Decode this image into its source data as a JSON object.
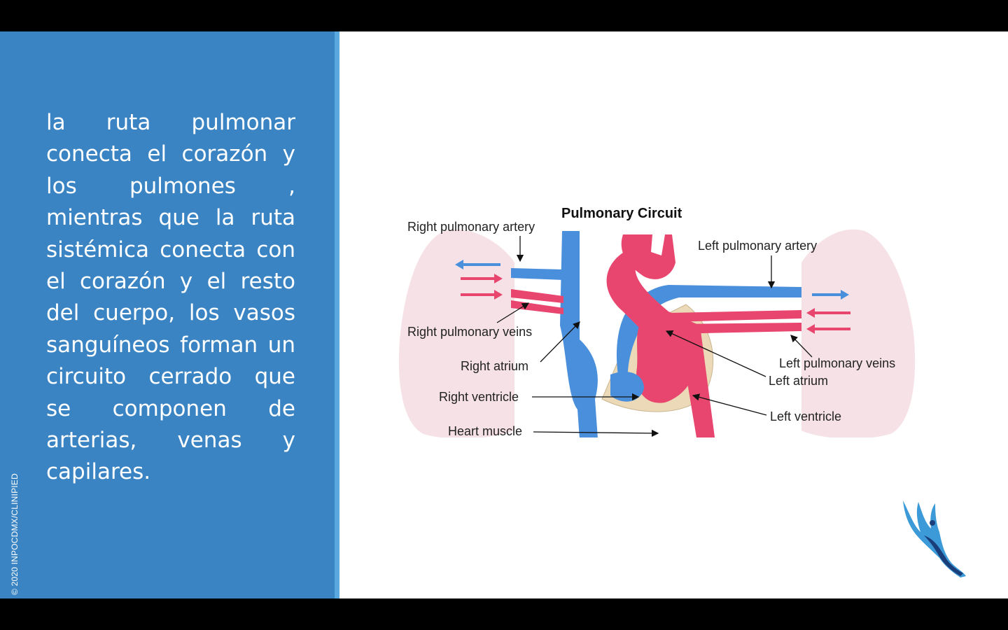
{
  "slide": {
    "body_text": "la ruta pulmonar conecta el corazón y los pulmones , mientras que la ruta sistémica conecta con el corazón y el resto del cuerpo, los vasos sanguíneos forman un circuito cerrado que se componen de arterias, venas y capilares.",
    "copyright": "© 2020 INPOCDMX/CLINIPIED"
  },
  "diagram": {
    "title": "Pulmonary Circuit",
    "labels": {
      "right_pulmonary_artery": "Right pulmonary artery",
      "left_pulmonary_artery": "Left pulmonary artery",
      "right_pulmonary_veins": "Right pulmonary veins",
      "right_atrium": "Right atrium",
      "right_ventricle": "Right ventricle",
      "heart_muscle": "Heart muscle",
      "left_pulmonary_veins": "Left pulmonary veins",
      "left_atrium": "Left atrium",
      "left_ventricle": "Left ventricle"
    },
    "colors": {
      "deoxygenated": "#4a8fdc",
      "oxygenated": "#e8466e",
      "muscle": "#ecd9b8",
      "lung": "#f4dde2"
    }
  },
  "theme": {
    "panel_color": "#3a84c3",
    "frame_color": "#000000"
  }
}
